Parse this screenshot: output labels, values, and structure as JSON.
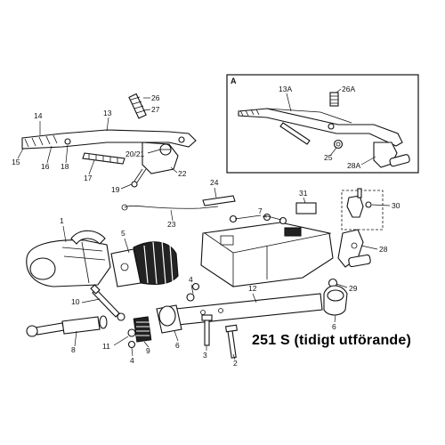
{
  "inset": {
    "label": "A"
  },
  "callouts": {
    "c1": "1",
    "c2": "2",
    "c3": "3",
    "c4a": "4",
    "c4b": "4",
    "c5": "5",
    "c6a": "6",
    "c6b": "6",
    "c7": "7",
    "c8": "8",
    "c9": "9",
    "c10": "10",
    "c11": "11",
    "c12": "12",
    "c13": "13",
    "c13a": "13A",
    "c14": "14",
    "c15": "15",
    "c16": "16",
    "c17": "17",
    "c18": "18",
    "c19": "19",
    "c20": "20/21",
    "c22": "22",
    "c23": "23",
    "c24": "24",
    "c25": "25",
    "c26": "26",
    "c26a": "26A",
    "c27": "27",
    "c28": "28",
    "c28a": "28A",
    "c29": "29",
    "c30": "30",
    "c31": "31"
  },
  "caption": "251 S (tidigt utförande)"
}
